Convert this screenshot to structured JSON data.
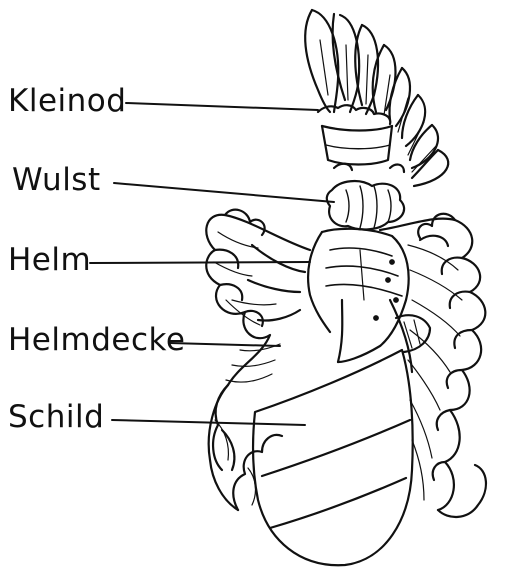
{
  "figure": {
    "ink_color": "#111111",
    "background_color": "#ffffff",
    "labels": [
      {
        "id": "kleinod",
        "text": "Kleinod"
      },
      {
        "id": "wulst",
        "text": "Wulst"
      },
      {
        "id": "helm",
        "text": "Helm"
      },
      {
        "id": "helmdecke",
        "text": "Helmdecke"
      },
      {
        "id": "schild",
        "text": "Schild"
      }
    ]
  }
}
